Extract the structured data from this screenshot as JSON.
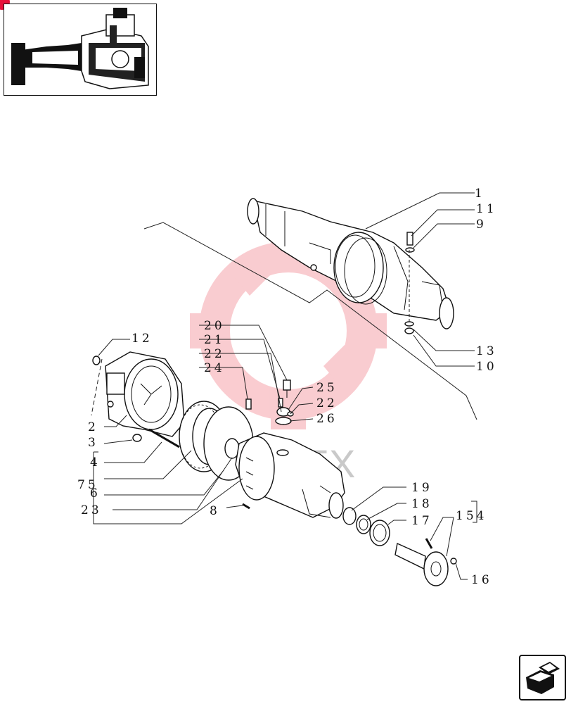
{
  "labels": {
    "p1": "1",
    "p11": "11",
    "p9": "9",
    "p13": "13",
    "p10": "10",
    "p12": "12",
    "p20": "20",
    "p21": "21",
    "p22a": "22",
    "p24": "24",
    "p25": "25",
    "p22b": "22",
    "p26": "26",
    "p2": "2",
    "p3": "3",
    "p4": "4",
    "p75": "75",
    "p6": "6",
    "p23": "23",
    "p8": "8",
    "p19": "19",
    "p18": "18",
    "p17": "17",
    "p154": "154",
    "p16": "16"
  },
  "watermark": {
    "text": "VATEX",
    "color": "#f5b3b8"
  },
  "colors": {
    "accent": "#e8113a",
    "line": "#111111"
  },
  "icons": {
    "nav": "arrow-forward-box-icon"
  }
}
